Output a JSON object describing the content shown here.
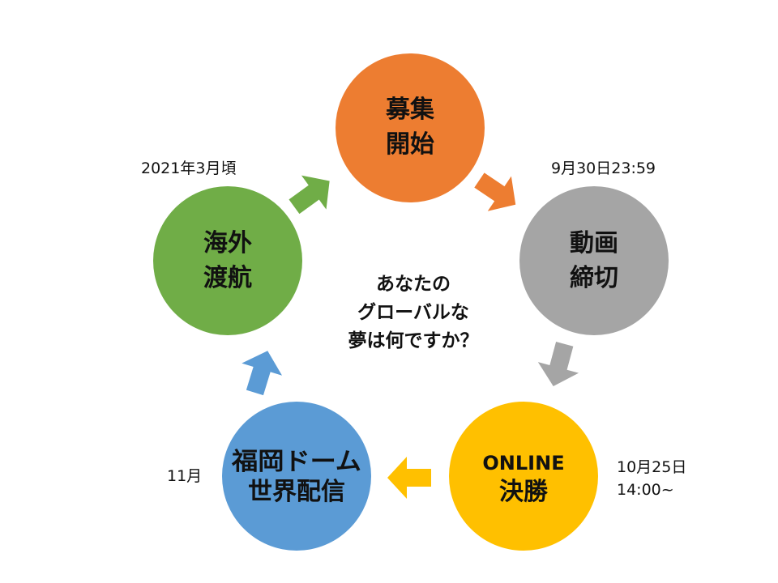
{
  "colors": {
    "orange": "#ED7D31",
    "gray": "#A5A5A5",
    "yellow": "#FFC000",
    "blue": "#5B9BD5",
    "green": "#70AD47"
  },
  "nodes": {
    "recruit": {
      "line1": "募集",
      "line2": "開始"
    },
    "video": {
      "line1": "動画",
      "line2": "締切"
    },
    "online": {
      "line1": "ONLINE",
      "line2": "決勝"
    },
    "fukuoka": {
      "line1": "福岡ドーム",
      "line2": "世界配信"
    },
    "overseas": {
      "line1": "海外",
      "line2": "渡航"
    }
  },
  "center": {
    "line1": "あなたの",
    "line2": "グローバルな",
    "line3": "夢は何ですか？"
  },
  "dates": {
    "video": "9月30日23:59",
    "online_line1": "10月25日",
    "online_line2": "14:00~",
    "fukuoka": "11月",
    "overseas": "2021年3月頃"
  }
}
